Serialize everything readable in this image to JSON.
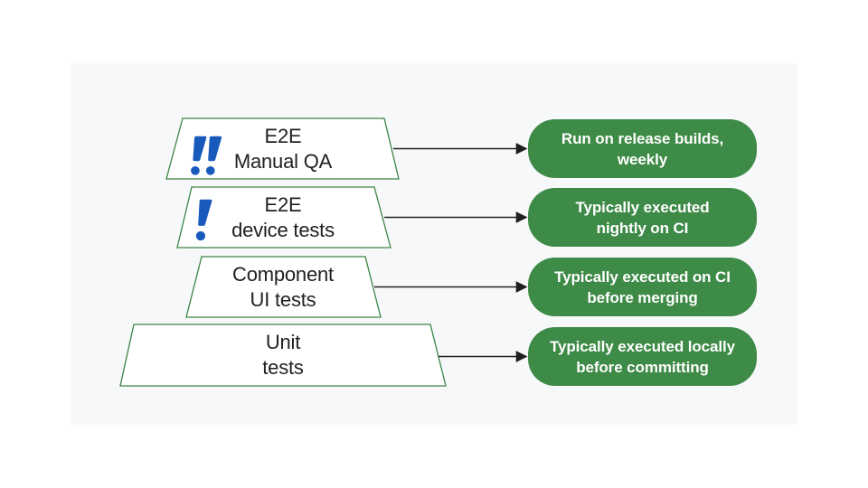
{
  "colors": {
    "background": "#ffffff",
    "panel": "#f7f8fa",
    "green": "#3e8a47",
    "trap_fill": "#ffffff",
    "trap_border": "#3b8543",
    "blue": "#185abc",
    "title_text": "#202124",
    "note_text": "#ffffff",
    "arrow": "#1f1f1f"
  },
  "diagram": {
    "layers": [
      {
        "id": "e2e-manual-qa",
        "icon": "double-exclamation-icon",
        "title_line1": "E2E",
        "title_line2": "Manual QA",
        "note_line1": "Run on release builds,",
        "note_line2": "weekly"
      },
      {
        "id": "e2e-device-tests",
        "icon": "single-exclamation-icon",
        "title_line1": "E2E",
        "title_line2": "device tests",
        "note_line1": "Typically executed",
        "note_line2": "nightly on CI"
      },
      {
        "id": "component-ui-tests",
        "icon": "none",
        "title_line1": "Component",
        "title_line2": "UI tests",
        "note_line1": "Typically executed on CI",
        "note_line2": "before merging"
      },
      {
        "id": "unit-tests",
        "icon": "none",
        "title_line1": "Unit",
        "title_line2": "tests",
        "note_line1": "Typically executed locally",
        "note_line2": "before committing"
      }
    ]
  }
}
